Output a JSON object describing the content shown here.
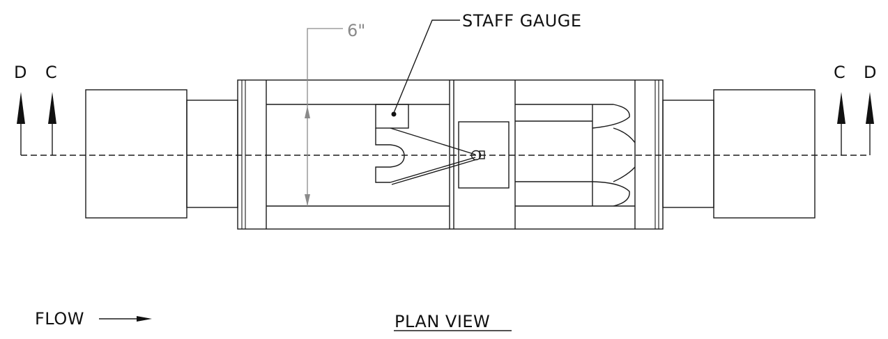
{
  "labels": {
    "staff_gauge": "STAFF GAUGE",
    "dimension": "6\"",
    "section_left_outer": "D",
    "section_left_inner": "C",
    "section_right_inner": "C",
    "section_right_outer": "D",
    "flow": "FLOW",
    "view_title": "PLAN VIEW"
  },
  "colors": {
    "linework": "#1a1a1a",
    "dimension": "#8a8a8a"
  }
}
